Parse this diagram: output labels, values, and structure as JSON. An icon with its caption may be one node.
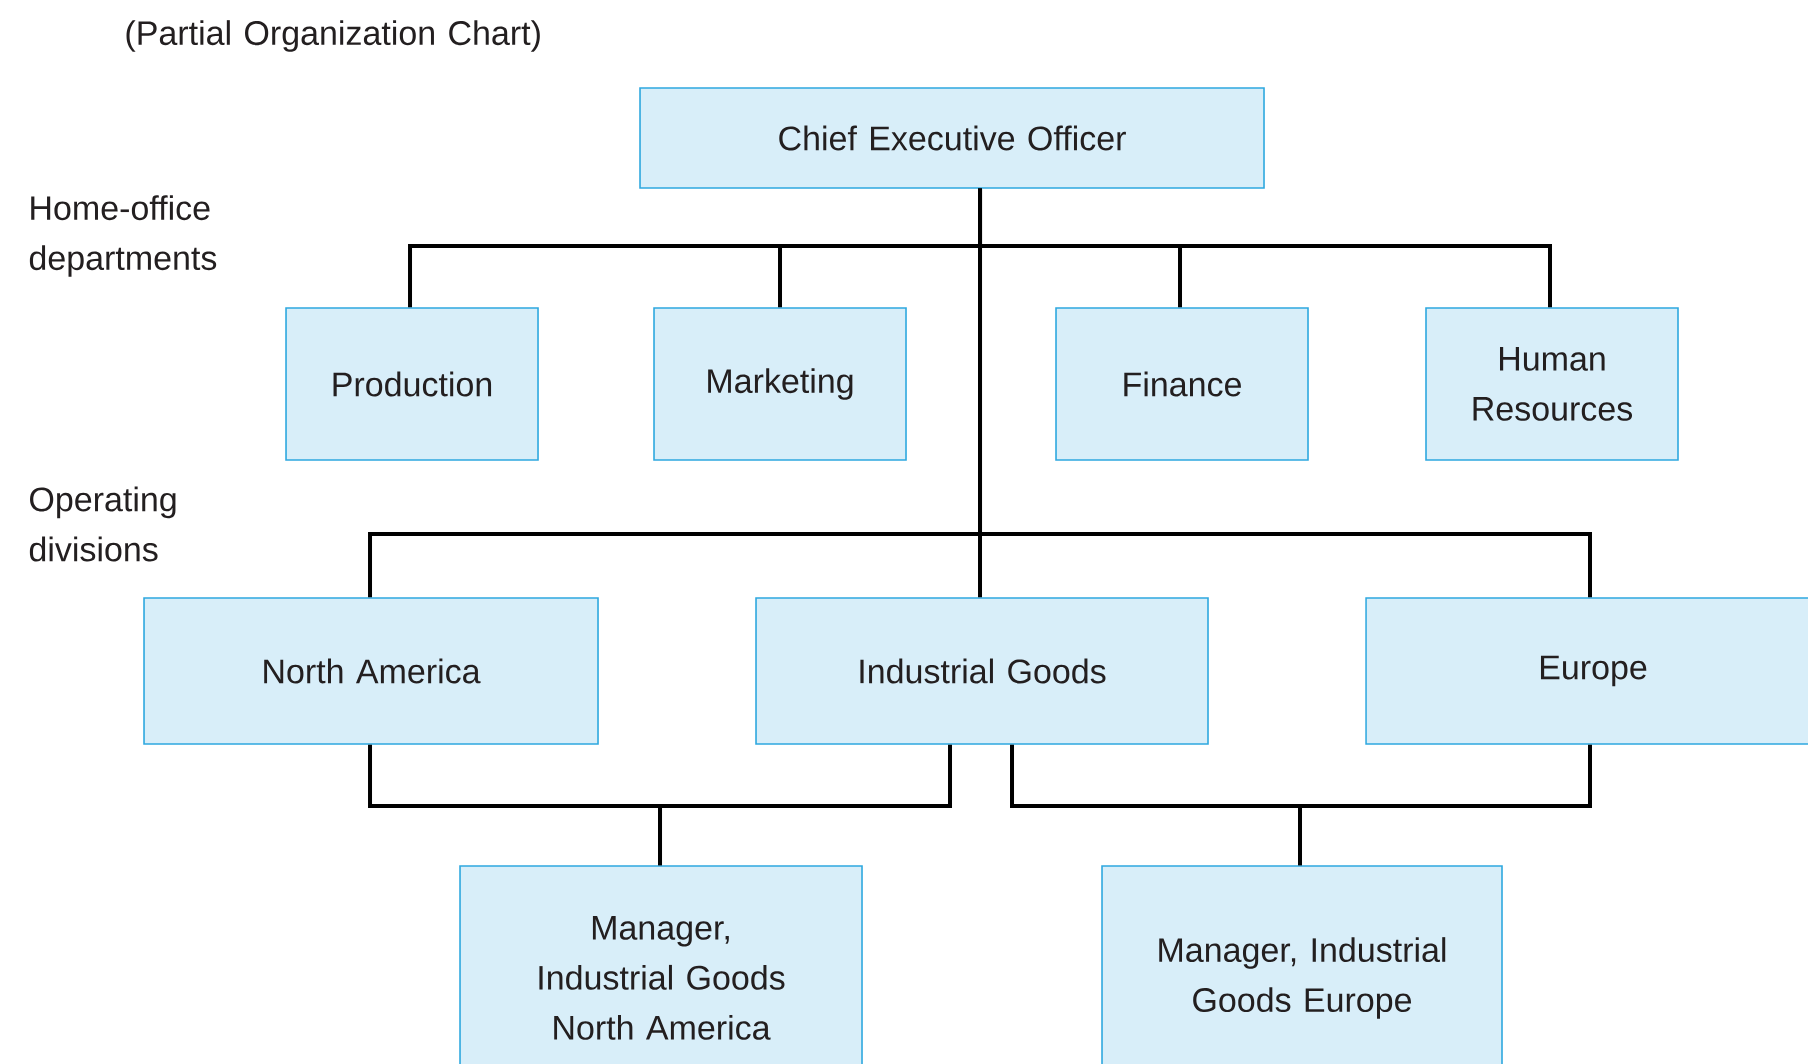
{
  "diagram": {
    "nodes": [
      {
        "text": [
          "Chief Executive Officer"
        ]
      },
      {
        "text": [
          "Production"
        ]
      },
      {
        "text": [
          "Marketing"
        ]
      },
      {
        "text": [
          "Finance"
        ]
      },
      {
        "text": [
          "Human Resources"
        ]
      },
      {
        "text": [
          "North America"
        ]
      },
      {
        "text": [
          "Industrial Goods"
        ]
      },
      {
        "text": [
          "Europe"
        ]
      },
      {
        "text": [
          "Manager, Industrial Goods North America"
        ]
      },
      {
        "text": [
          "Manager, Industrial Goods Europe"
        ]
      }
    ],
    "edges": [
      {
        "from": 0,
        "to": 1,
        "arrow": "none"
      },
      {
        "from": 0,
        "to": 2,
        "arrow": "none"
      },
      {
        "from": 0,
        "to": 3,
        "arrow": "none"
      },
      {
        "from": 0,
        "to": 4,
        "arrow": "none"
      },
      {
        "from": 0,
        "to": 5,
        "arrow": "none"
      },
      {
        "from": 0,
        "to": 6,
        "arrow": "none"
      },
      {
        "from": 0,
        "to": 7,
        "arrow": "none"
      },
      {
        "from": 5,
        "to": 8,
        "arrow": "none"
      },
      {
        "from": 6,
        "to": 8,
        "arrow": "none"
      },
      {
        "from": 6,
        "to": 9,
        "arrow": "none"
      },
      {
        "from": 7,
        "to": 9,
        "arrow": "none"
      }
    ],
    "labels": [
      "(Partial Organization Chart)",
      "Home-office departments",
      "Operating divisions"
    ]
  }
}
